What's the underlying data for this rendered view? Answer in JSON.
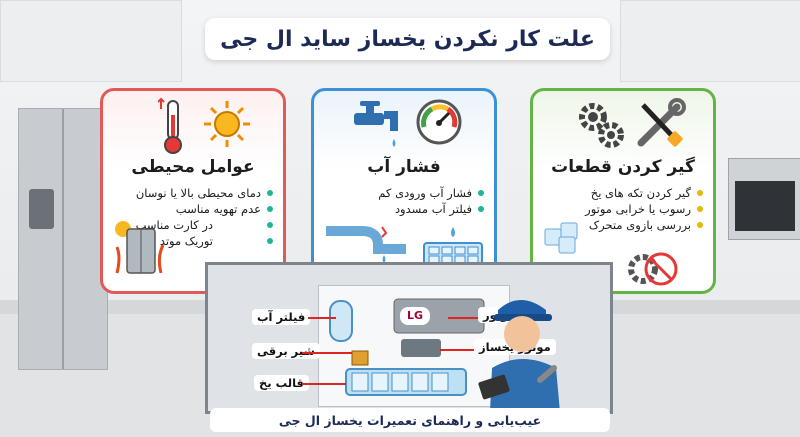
{
  "title": "علت کار نکردن یخساز ساید ال جی",
  "footer": "عیب‌یابی و راهنمای تعمیرات یخساز ال جی",
  "cards": [
    {
      "heading": "عوامل محیطی",
      "items": [
        "دمای محیطی بالا یا نوسان",
        "عدم تهویه مناسب",
        "در کارت مناسب",
        "توریک موتد"
      ],
      "accent": "#e05a5a",
      "icons": [
        "thermometer-icon",
        "sun-icon",
        "fridge-heat-icon"
      ]
    },
    {
      "heading": "فشار آب",
      "items": [
        "فشار آب ورودی کم",
        "فیلتر آب مسدود"
      ],
      "accent": "#3d8fd6",
      "icons": [
        "water-tap-icon",
        "pressure-gauge-icon",
        "pipe-icon",
        "ice-tray-icon"
      ]
    },
    {
      "heading": "گیر کردن قطعات",
      "items": [
        "گیر کردن تکه های یخ",
        "رسوب یا خرابی موتور",
        "بررسی بازوی متحرک"
      ],
      "accent": "#63b347",
      "icons": [
        "gears-icon",
        "wrench-screwdriver-icon",
        "ice-cubes-icon",
        "broken-gear-icon"
      ]
    }
  ],
  "diagram": {
    "brand": "LG",
    "labels": {
      "filter": "فیلتر آب",
      "valve": "شیر برقی",
      "mold": "قالب یخ",
      "motor": "موتور",
      "icemaker_motor": "موتور یخساز"
    }
  }
}
